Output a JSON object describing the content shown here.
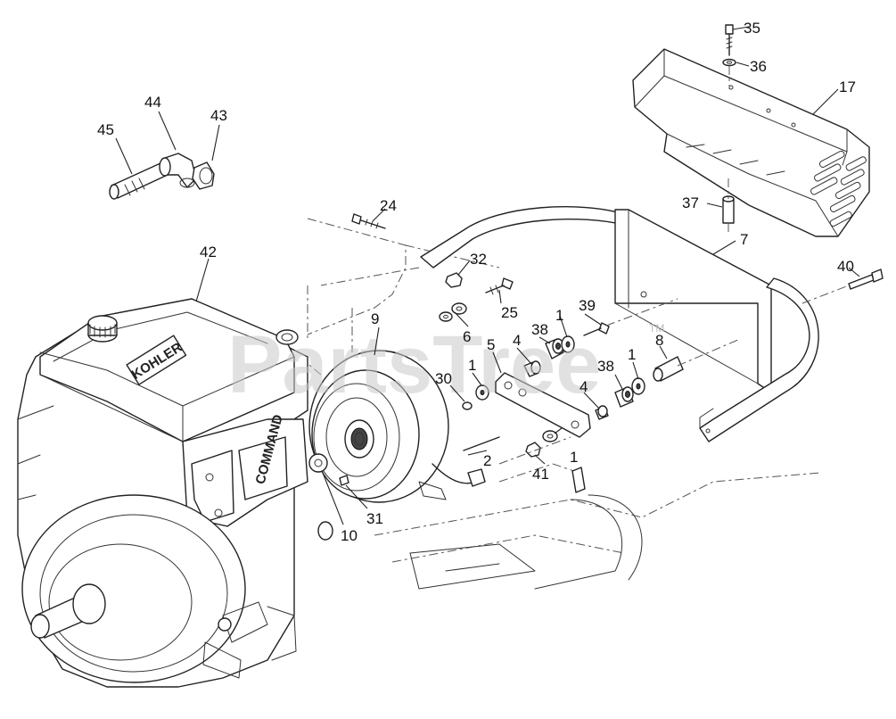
{
  "watermark": {
    "text": "PartsTree",
    "tm": "TM"
  },
  "engine_brand": "KOHLER",
  "labels": {
    "p35": "35",
    "p36": "36",
    "p17": "17",
    "p44": "44",
    "p43": "43",
    "p45": "45",
    "p24": "24",
    "p37": "37",
    "p7": "7",
    "p42": "42",
    "p32": "32",
    "p40": "40",
    "p25": "25",
    "p9": "9",
    "p6": "6",
    "p1a": "1",
    "p39": "39",
    "p38a": "38",
    "p4a": "4",
    "p5": "5",
    "p8": "8",
    "p30": "30",
    "p1b": "1",
    "p38b": "38",
    "p1c": "1",
    "p4b": "4",
    "p2": "2",
    "p1d": "1",
    "p41": "41",
    "p31": "31",
    "p10": "10"
  }
}
